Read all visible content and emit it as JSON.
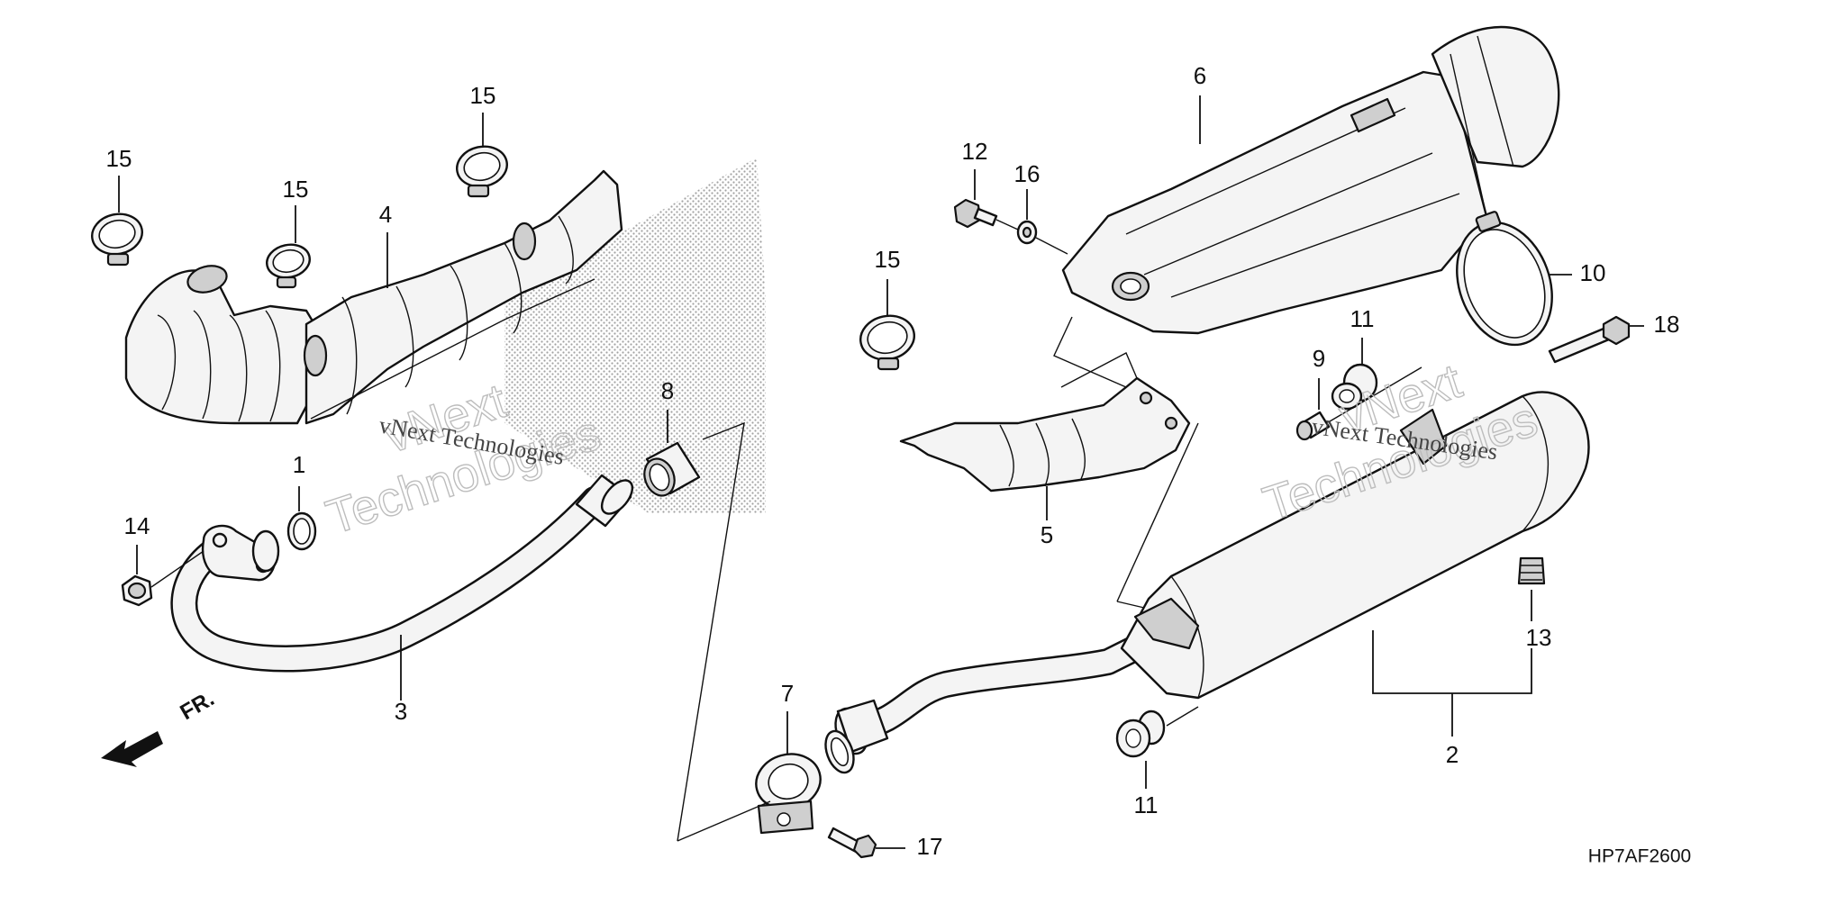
{
  "diagram": {
    "code": "HP7AF2600",
    "front_mark": "FR.",
    "watermark": "vNext Technologies",
    "watermark_line1": "vNext",
    "watermark_line2": "Technologies"
  },
  "callouts": [
    {
      "id": "c1",
      "text": "1"
    },
    {
      "id": "c2",
      "text": "2"
    },
    {
      "id": "c3",
      "text": "3"
    },
    {
      "id": "c4",
      "text": "4"
    },
    {
      "id": "c5",
      "text": "5"
    },
    {
      "id": "c6",
      "text": "6"
    },
    {
      "id": "c7",
      "text": "7"
    },
    {
      "id": "c8",
      "text": "8"
    },
    {
      "id": "c9",
      "text": "9"
    },
    {
      "id": "c10",
      "text": "10"
    },
    {
      "id": "c11a",
      "text": "11"
    },
    {
      "id": "c11b",
      "text": "11"
    },
    {
      "id": "c12",
      "text": "12"
    },
    {
      "id": "c13",
      "text": "13"
    },
    {
      "id": "c14",
      "text": "14"
    },
    {
      "id": "c15a",
      "text": "15"
    },
    {
      "id": "c15b",
      "text": "15"
    },
    {
      "id": "c15c",
      "text": "15"
    },
    {
      "id": "c15d",
      "text": "15"
    },
    {
      "id": "c16",
      "text": "16"
    },
    {
      "id": "c17",
      "text": "17"
    },
    {
      "id": "c18",
      "text": "18"
    }
  ]
}
